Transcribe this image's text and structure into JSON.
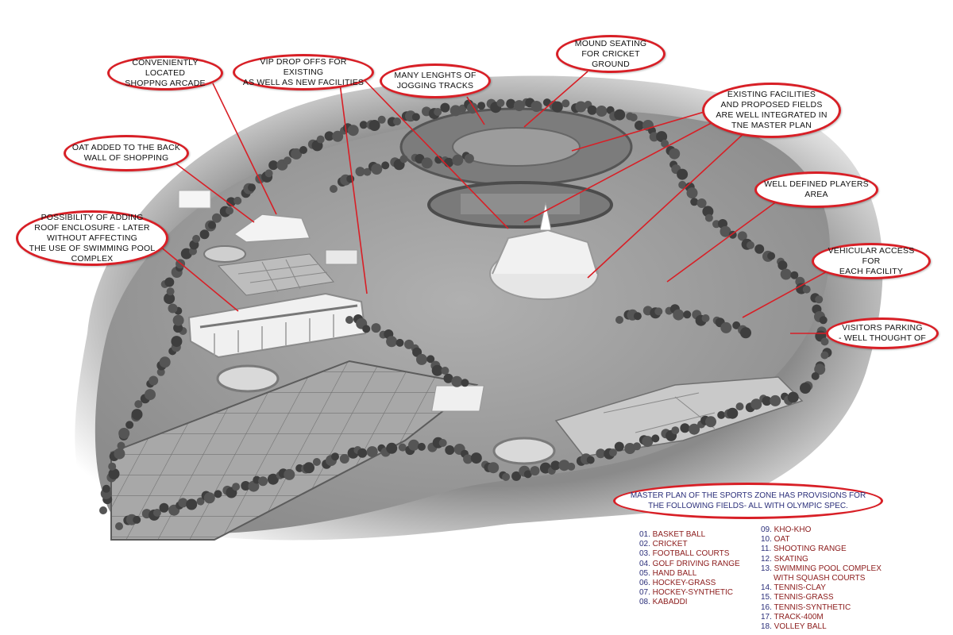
{
  "diagram": {
    "type": "annotated-site-model-photo",
    "accent_color": "#d81f26",
    "list_number_color": "#2b2f7a",
    "list_name_color": "#8b1a1a",
    "callouts": [
      {
        "id": "shopping-arcade",
        "text": "CONVENIENTLY LOCATED\nSHOPPNG ARCADE"
      },
      {
        "id": "vip-drop-offs",
        "text": "VIP DROP OFFS FOR EXISTING\nAS WELL AS NEW FACILITIES"
      },
      {
        "id": "jogging-tracks",
        "text": "MANY LENGHTS OF\nJOGGING TRACKS"
      },
      {
        "id": "mound-seating",
        "text": "MOUND SEATING\nFOR CRICKET GROUND"
      },
      {
        "id": "existing-facilities",
        "text": "EXISTING FACILITIES\nAND PROPOSED FIELDS\nARE WELL INTEGRATED IN\nTNE MASTER PLAN"
      },
      {
        "id": "oat-back-wall",
        "text": "OAT ADDED TO THE BACK\nWALL OF SHOPPING"
      },
      {
        "id": "players-area",
        "text": "WELL DEFINED PLAYERS\nAREA"
      },
      {
        "id": "roof-enclosure",
        "text": "POSSIBILITY OF ADDING\nROOF ENCLOSURE - LATER\nWITHOUT AFFECTING\nTHE USE OF SWIMMING POOL\nCOMPLEX"
      },
      {
        "id": "vehicular-access",
        "text": "VEHICULAR ACCESS FOR\nEACH  FACILITY"
      },
      {
        "id": "visitors-parking",
        "text": "VISITORS PARKING\n- WELL THOUGHT OF"
      }
    ]
  },
  "legend": {
    "title": "MASTER PLAN OF THE SPORTS ZONE HAS PROVISIONS FOR\nTHE FOLLOWING FIELDS- ALL WITH OLYMPIC SPEC.",
    "col1": [
      {
        "num": "01.",
        "name": "BASKET BALL"
      },
      {
        "num": "02.",
        "name": "CRICKET"
      },
      {
        "num": "03.",
        "name": "FOOTBALL COURTS"
      },
      {
        "num": "04.",
        "name": "GOLF DRIVING RANGE"
      },
      {
        "num": "05.",
        "name": "HAND BALL"
      },
      {
        "num": "06.",
        "name": "HOCKEY-GRASS"
      },
      {
        "num": "07.",
        "name": "HOCKEY-SYNTHETIC"
      },
      {
        "num": "08.",
        "name": "KABADDI"
      }
    ],
    "col2": [
      {
        "num": "09.",
        "name": "KHO-KHO"
      },
      {
        "num": "10.",
        "name": "OAT"
      },
      {
        "num": "11.",
        "name": "SHOOTING RANGE"
      },
      {
        "num": "12.",
        "name": "SKATING"
      },
      {
        "num": "13.",
        "name": "SWIMMING POOL COMPLEX",
        "cont": "WITH SQUASH COURTS"
      },
      {
        "num": "14.",
        "name": "TENNIS-CLAY"
      },
      {
        "num": "15.",
        "name": "TENNIS-GRASS"
      },
      {
        "num": "16.",
        "name": "TENNIS-SYNTHETIC"
      },
      {
        "num": "17.",
        "name": "TRACK-400M"
      },
      {
        "num": "18.",
        "name": "VOLLEY BALL"
      }
    ]
  }
}
